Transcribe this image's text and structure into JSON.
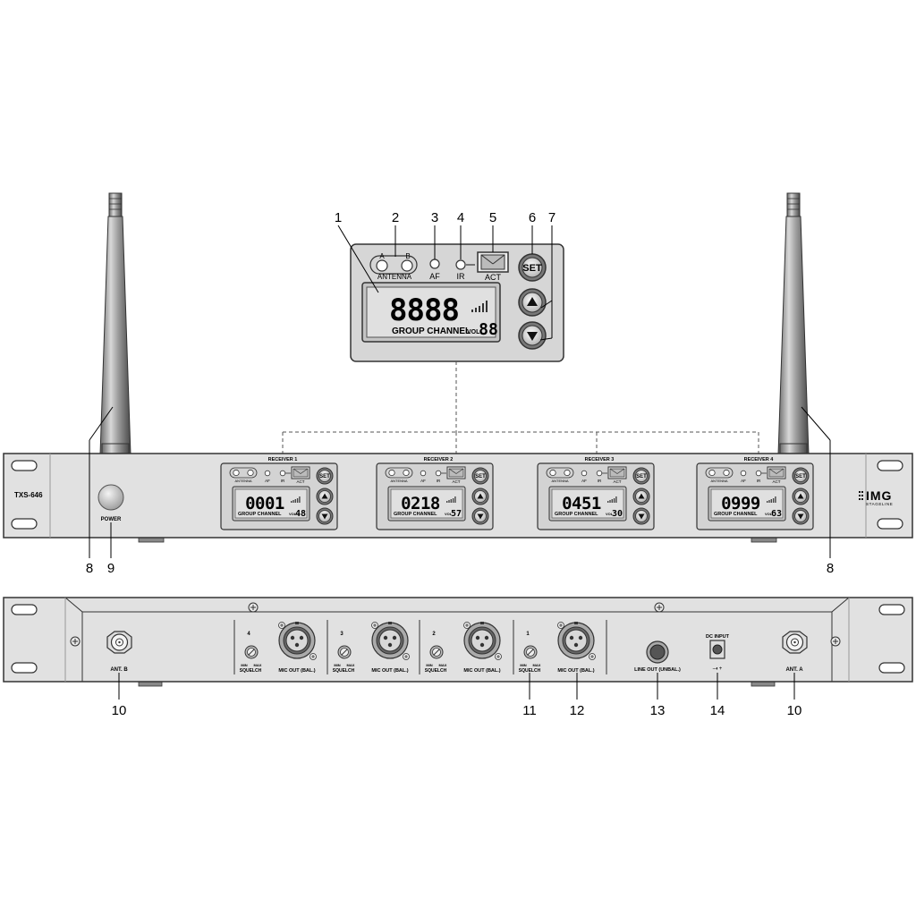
{
  "callouts": {
    "c1": "1",
    "c2": "2",
    "c3": "3",
    "c4": "4",
    "c5": "5",
    "c6": "6",
    "c7": "7",
    "c8_left": "8",
    "c8_right": "8",
    "c9": "9",
    "c10_left": "10",
    "c10_right": "10",
    "c11": "11",
    "c12": "12",
    "c13": "13",
    "c14": "14"
  },
  "detail_panel": {
    "antenna_a": "A",
    "antenna_b": "B",
    "antenna_label": "ANTENNA",
    "af_label": "AF",
    "ir_label": "IR",
    "act_label": "ACT",
    "set_label": "SET",
    "display_digits": "8888",
    "group_channel_label": "GROUP  CHANNEL",
    "vol_label": "VOL",
    "vol_digits": "88"
  },
  "front_panel": {
    "model": "TXS-646",
    "power_label": "POWER",
    "brand": "IMG",
    "brand_sub": "STAGELINE",
    "receivers": [
      {
        "title": "RECEIVER 1",
        "digits": "0001",
        "vol": "48"
      },
      {
        "title": "RECEIVER 2",
        "digits": "0218",
        "vol": "57"
      },
      {
        "title": "RECEIVER 3",
        "digits": "0451",
        "vol": "30"
      },
      {
        "title": "RECEIVER 4",
        "digits": "0999",
        "vol": "63"
      }
    ],
    "rx_labels": {
      "antenna": "ANTENNA",
      "af": "AF",
      "ir": "IR",
      "act": "ACT",
      "set": "SET",
      "group_channel": "GROUP  CHANNEL",
      "vol": "VOL"
    }
  },
  "rear_panel": {
    "ant_b": "ANT. B",
    "ant_a": "ANT. A",
    "channels": [
      {
        "num": "4",
        "squelch_min": "MIN",
        "squelch_max": "MAX",
        "squelch": "SQUELCH",
        "mic_out": "MIC OUT (BAL.)"
      },
      {
        "num": "3",
        "squelch_min": "MIN",
        "squelch_max": "MAX",
        "squelch": "SQUELCH",
        "mic_out": "MIC OUT (BAL.)"
      },
      {
        "num": "2",
        "squelch_min": "MIN",
        "squelch_max": "MAX",
        "squelch": "SQUELCH",
        "mic_out": "MIC OUT (BAL.)"
      },
      {
        "num": "1",
        "squelch_min": "MIN",
        "squelch_max": "MAX",
        "squelch": "SQUELCH",
        "mic_out": "MIC OUT (BAL.)"
      }
    ],
    "line_out": "LINE OUT (UNBAL.)",
    "dc_input": "DC INPUT",
    "dc_polarity": "–◐+"
  }
}
